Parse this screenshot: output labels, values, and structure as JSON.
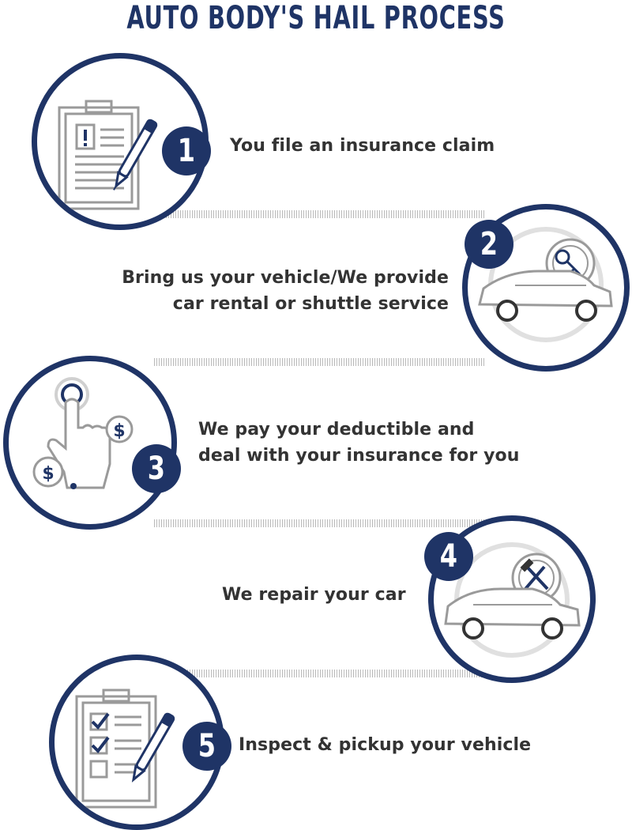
{
  "title": "AUTO BODY'S HAIL PROCESS",
  "colors": {
    "navy": "#1f3466",
    "gray_line": "#b9b9b9",
    "text": "#333333",
    "icon_gray": "#9a9a9a"
  },
  "steps": [
    {
      "number": "1",
      "lines": [
        "You file an insurance claim"
      ],
      "icon": "clipboard-pen-icon"
    },
    {
      "number": "2",
      "lines": [
        "Bring us your vehicle/We provide",
        "car rental or shuttle service"
      ],
      "icon": "car-key-icon"
    },
    {
      "number": "3",
      "lines": [
        "We pay your deductible and",
        "deal with your insurance for you"
      ],
      "icon": "hand-tap-dollar-icon"
    },
    {
      "number": "4",
      "lines": [
        "We repair your car"
      ],
      "icon": "car-tools-icon"
    },
    {
      "number": "5",
      "lines": [
        "Inspect & pickup your vehicle"
      ],
      "icon": "checklist-pen-icon"
    }
  ]
}
